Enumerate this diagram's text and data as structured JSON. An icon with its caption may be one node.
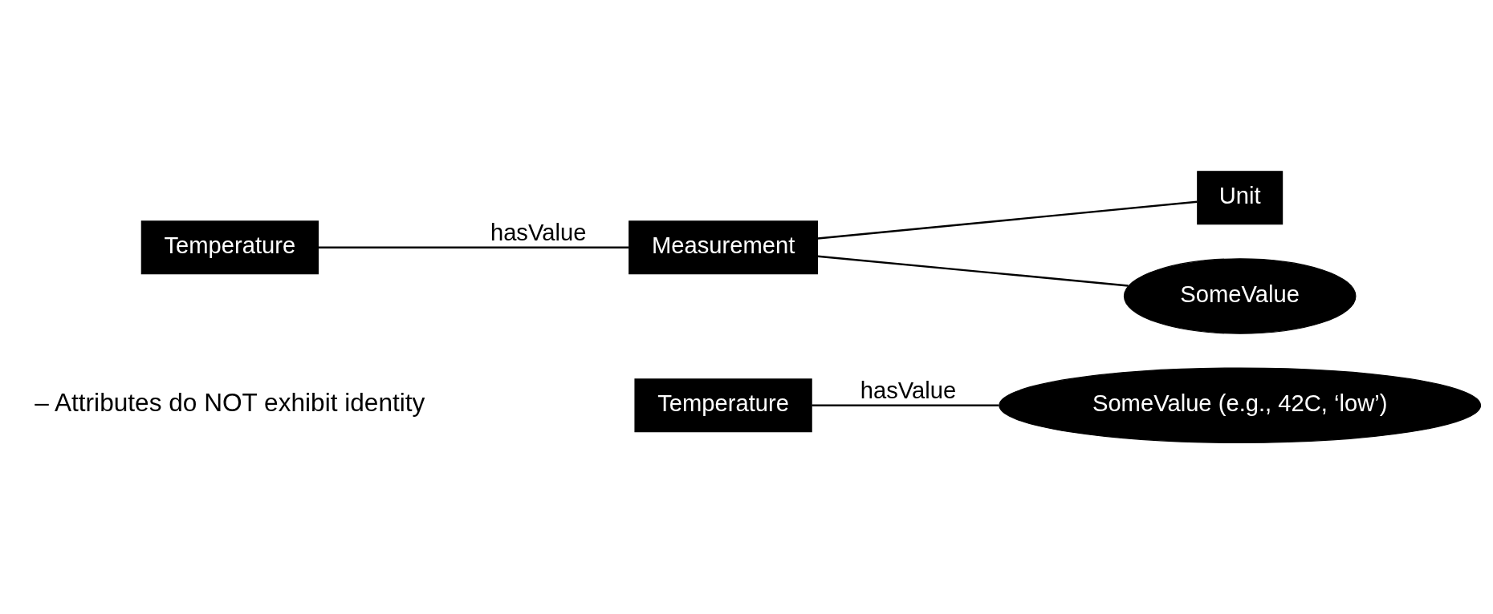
{
  "diagram": {
    "nodes": [
      {
        "text": [
          "Temperature"
        ]
      },
      {
        "text": [
          "Measurement"
        ]
      },
      {
        "text": [
          "Unit"
        ]
      },
      {
        "text": [
          "SomeValue"
        ]
      },
      {
        "text": [
          "Temperature"
        ]
      },
      {
        "text": [
          "SomeValue (e.g., 42C, ‘low’)"
        ]
      }
    ],
    "edges": [
      {
        "from": 0,
        "to": 1,
        "arrow": "none",
        "label": "hasValue"
      },
      {
        "from": 1,
        "to": 2,
        "arrow": "none"
      },
      {
        "from": 1,
        "to": 3,
        "arrow": "none"
      },
      {
        "from": 4,
        "to": 5,
        "arrow": "none",
        "label": "hasValue"
      }
    ],
    "labels": [
      "– Attributes do NOT exhibit identity"
    ]
  }
}
